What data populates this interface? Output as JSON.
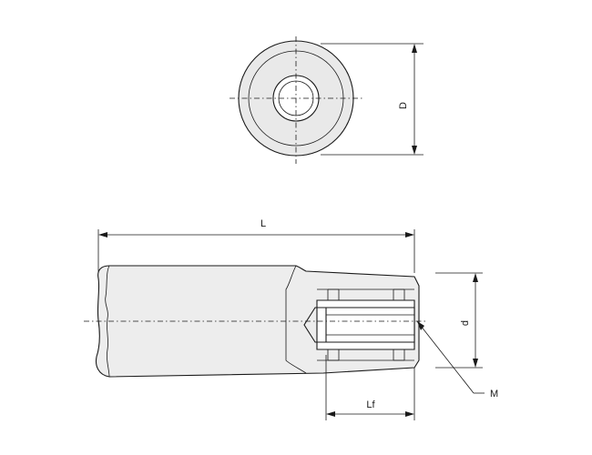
{
  "labels": {
    "D": "D",
    "L": "L",
    "d": "d",
    "M": "M",
    "Lf": "Lf"
  }
}
